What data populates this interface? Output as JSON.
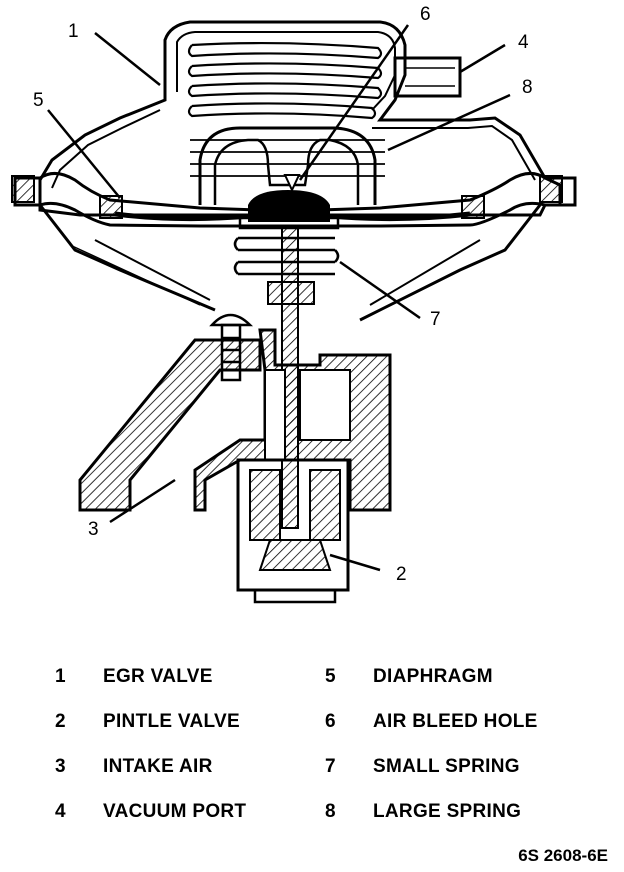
{
  "callouts": {
    "c1": "1",
    "c2": "2",
    "c3": "3",
    "c4": "4",
    "c5": "5",
    "c6": "6",
    "c7": "7",
    "c8": "8"
  },
  "legend": [
    {
      "num": "1",
      "label": "EGR VALVE"
    },
    {
      "num": "2",
      "label": "PINTLE VALVE"
    },
    {
      "num": "3",
      "label": "INTAKE AIR"
    },
    {
      "num": "4",
      "label": "VACUUM PORT"
    },
    {
      "num": "5",
      "label": "DIAPHRAGM"
    },
    {
      "num": "6",
      "label": "AIR BLEED HOLE"
    },
    {
      "num": "7",
      "label": "SMALL SPRING"
    },
    {
      "num": "8",
      "label": "LARGE SPRING"
    }
  ],
  "figure_id": "6S 2608-6E"
}
